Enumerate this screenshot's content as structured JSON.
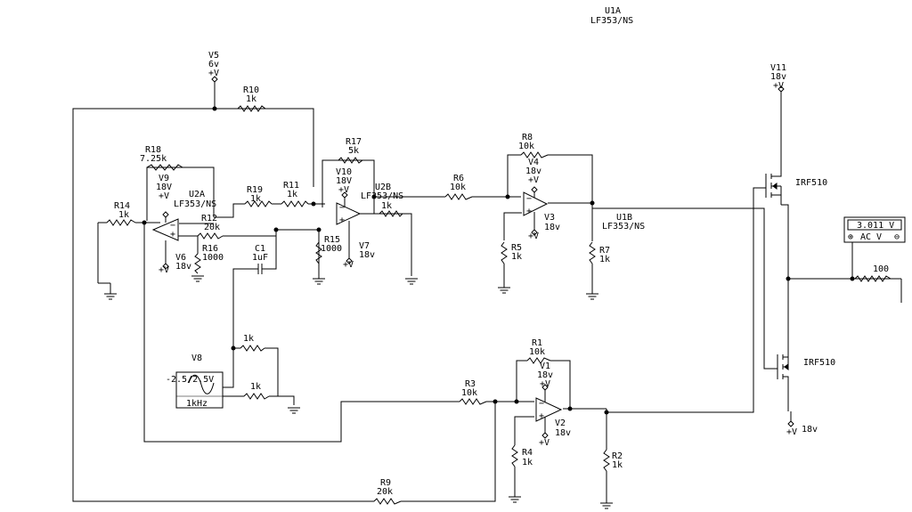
{
  "labels": {
    "u1a": "U1A",
    "u1a_part": "LF353/NS",
    "v5": "V5",
    "v5_val": "6v",
    "v5_rail": "+V",
    "r10": "R10",
    "r10_val": "1k",
    "r18": "R18",
    "r18_val": "7.25k",
    "v9": "V9",
    "v9_val": "18V",
    "v9_rail": "+V",
    "u2a": "U2A",
    "u2a_part": "LF353/NS",
    "r14": "R14",
    "r14_val": "1k",
    "r19": "R19",
    "r19_val": "1k",
    "r11": "R11",
    "r11_val": "1k",
    "r12": "R12",
    "r12_val": "20k",
    "r16": "R16",
    "r16_val": "1000",
    "v6": "V6",
    "v6_val": "18v",
    "v6_rail": "+V",
    "c1": "C1",
    "c1_val": "1uF",
    "r17": "R17",
    "r17_val": "5k",
    "v10": "V10",
    "v10_val": "18V",
    "v10_rail": "+V",
    "u2b": "U2B",
    "u2b_part": "LF353/NS",
    "u2b_r": "1k",
    "r15": "R15",
    "r15_val": "1000",
    "v7": "V7",
    "v7_val": "18v",
    "v7_rail": "+V",
    "r6": "R6",
    "r6_val": "10k",
    "r8": "R8",
    "r8_val": "10k",
    "v4": "V4",
    "v4_val": "18v",
    "v4_rail": "+V",
    "v3": "V3",
    "v3_val": "18v",
    "v3_rail": "+V",
    "r5": "R5",
    "r5_val": "1k",
    "u1b": "U1B",
    "u1b_part": "LF353/NS",
    "r7": "R7",
    "r7_val": "1k",
    "v11": "V11",
    "v11_val": "18v",
    "v11_rail": "+V",
    "q1": "IRF510",
    "q2": "IRF510",
    "load": "100",
    "v8": "V8",
    "v8_range": "-2.5/2.5V",
    "v8_freq": "1kHz",
    "r_a": "1k",
    "r_b": "1k",
    "r1": "R1",
    "r1_val": "10k",
    "v1": "V1",
    "v1_val": "18v",
    "v1_rail": "+V",
    "v2": "V2",
    "v2_val": "18v",
    "v2_rail": "+V",
    "r3": "R3",
    "r3_val": "10k",
    "r4": "R4",
    "r4_val": "1k",
    "r2": "R2",
    "r2_val": "1k",
    "r9": "R9",
    "r9_val": "20k",
    "vneg_rail": "+V",
    "vneg_val": "18v"
  },
  "meter": {
    "reading": "3.011 V",
    "plus": "⊕",
    "mode": "AC V",
    "minus": "⊖"
  }
}
